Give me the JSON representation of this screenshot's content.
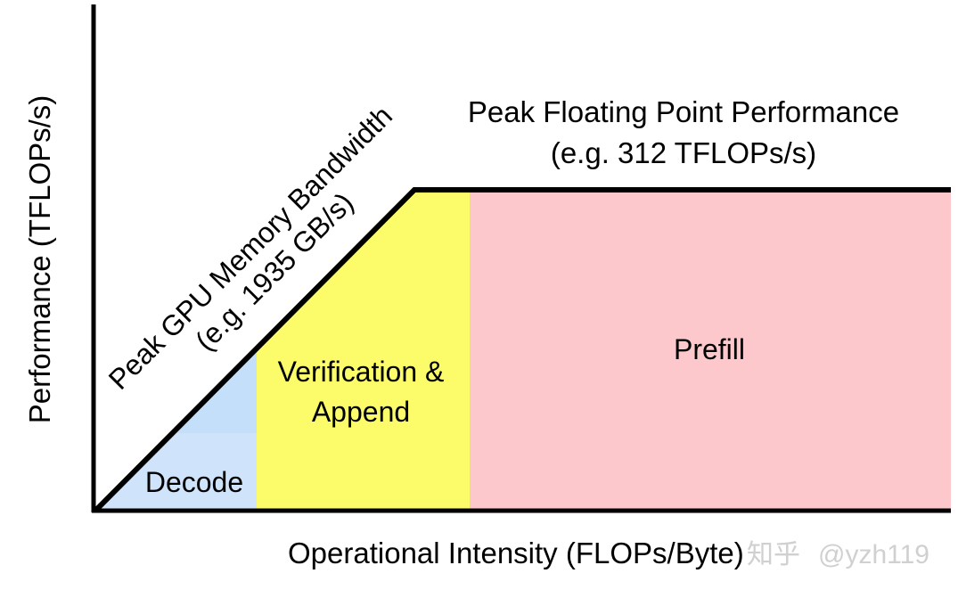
{
  "diagram": {
    "y_axis_label": "Performance (TFLOPs/s)",
    "x_axis_label": "Operational Intensity (FLOPs/Byte)",
    "memory_roof": {
      "line1": "Peak GPU Memory Bandwidth",
      "line2": "(e.g. 1935 GB/s)"
    },
    "compute_roof": {
      "line1": "Peak Floating Point Performance",
      "line2": "(e.g. 312 TFLOPs/s)"
    },
    "regions": {
      "decode": {
        "label": "Decode",
        "color": "#cfe3fb"
      },
      "verification": {
        "line1": "Verification &",
        "line2": "Append",
        "color": "#fcfc6a"
      },
      "prefill": {
        "label": "Prefill",
        "color": "#fcc8cb"
      }
    }
  },
  "watermark": {
    "site": "知乎",
    "handle": "@yzh119"
  }
}
